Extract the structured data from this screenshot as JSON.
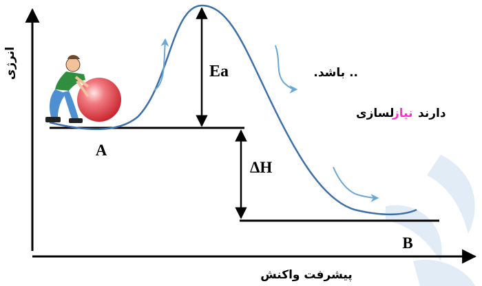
{
  "diagram": {
    "y_axis_label": "انرژی",
    "x_axis_label": "پیشرفت واکنش",
    "reactant_label": "A",
    "product_label": "B",
    "activation_energy_label": "Ea",
    "enthalpy_change_label": "ΔH",
    "caption_line_1": ".. باشد.",
    "caption_line_2_part_1": "لسازی",
    "caption_line_2_highlight": "نیاز",
    "caption_line_2_part_2": "دارند",
    "colors": {
      "axis": "#000000",
      "curve": "#3d6fa8",
      "flow_arrows": "#6aa7d6",
      "highlight": "#ff2bd6",
      "watermark": "#dce9f6",
      "ball": "#e0343d"
    }
  }
}
